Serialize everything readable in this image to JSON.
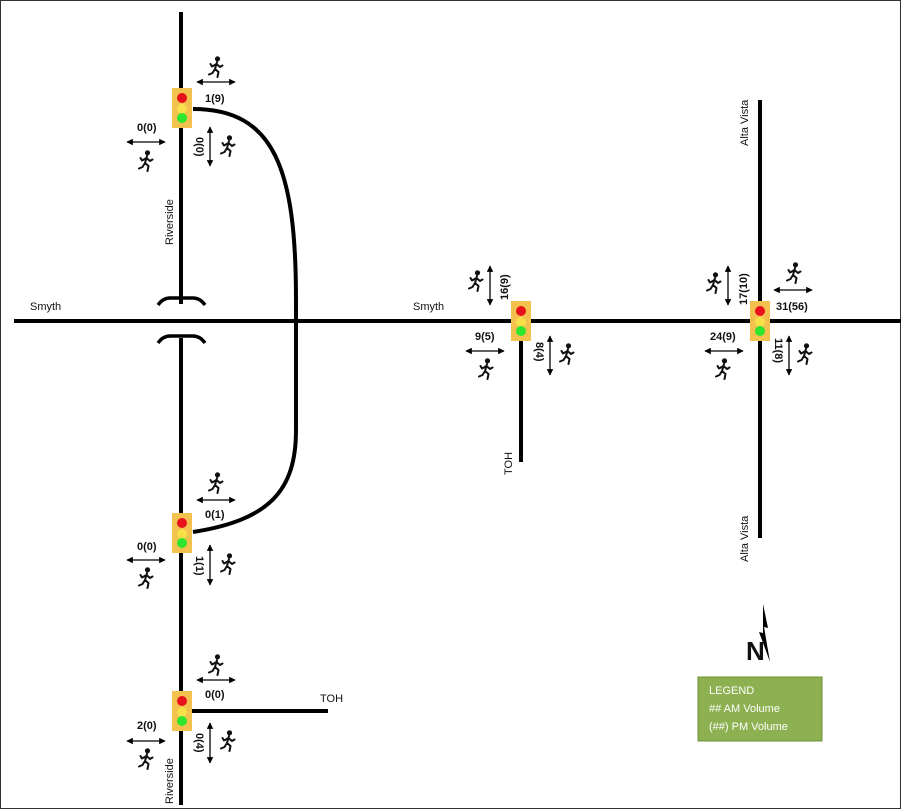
{
  "streets": {
    "smyth_west": "Smyth",
    "smyth_mid": "Smyth",
    "riverside_north": "Riverside",
    "riverside_south": "Riverside",
    "alta_vista_north": "Alta Vista",
    "alta_vista_south": "Alta Vista",
    "toh_central": "TOH",
    "toh_south": "TOH"
  },
  "intersections": {
    "riverside_north": {
      "crossing_north": "1(9)",
      "crossing_west": "0(0)",
      "crossing_east": "0(0)"
    },
    "riverside_mid": {
      "crossing_north": "0(1)",
      "crossing_west": "0(0)",
      "crossing_east": "1(1)"
    },
    "riverside_south": {
      "crossing_north": "0(0)",
      "crossing_west": "2(0)",
      "crossing_east": "0(4)"
    },
    "smyth_toh": {
      "crossing_north": "16(9)",
      "crossing_west": "9(5)",
      "crossing_east": "8(4)"
    },
    "smyth_alta_vista": {
      "crossing_north_west": "17(10)",
      "crossing_north_east": "31(56)",
      "crossing_west": "24(9)",
      "crossing_east": "11(8)"
    }
  },
  "north_arrow": {
    "label": "N"
  },
  "legend": {
    "title": "LEGEND",
    "am": "## AM Volume",
    "pm": "(##) PM Volume"
  },
  "colors": {
    "road": "#000000",
    "signal_box": "#f2c14e",
    "signal_red": "#e8121c",
    "signal_green": "#2ee62e",
    "legend_bg": "#8db050",
    "legend_border": "#6f8f3a"
  }
}
